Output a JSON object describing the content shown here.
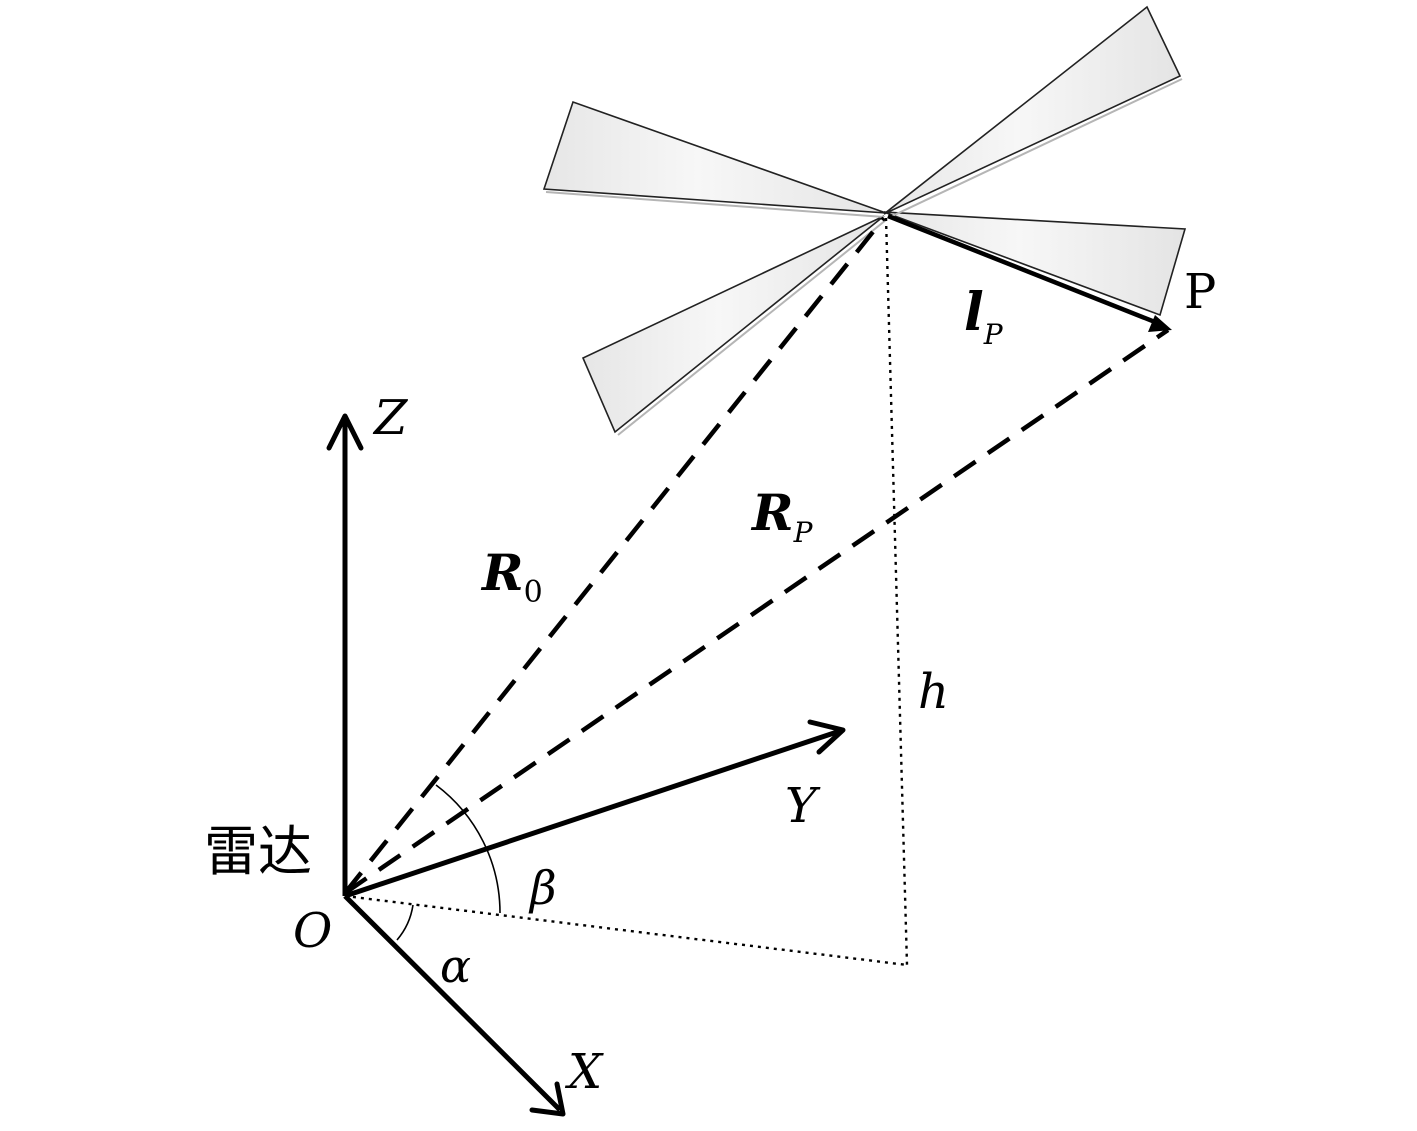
{
  "labels": {
    "z_axis": "Z",
    "y_axis": "Y",
    "x_axis": "X",
    "origin": "O",
    "radar": "雷达",
    "point": "P",
    "r0_main": "R",
    "r0_sub": "0",
    "rp_main": "R",
    "rp_sub": "P",
    "lp_main": "l",
    "lp_sub": "P",
    "height": "h",
    "alpha": "α",
    "beta": "β"
  },
  "colors": {
    "ink": "#000000",
    "blade_fill": "#e9e9e9",
    "blade_edge": "#222222",
    "blade_shadow": "#b5b5b5"
  }
}
